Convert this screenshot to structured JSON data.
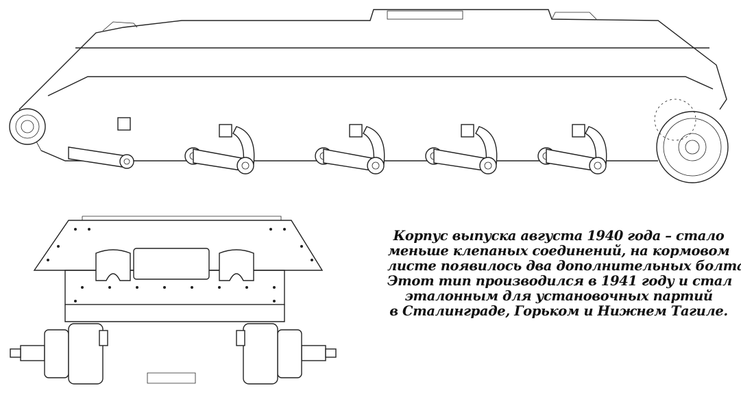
{
  "caption": {
    "lines": [
      "Корпус выпуска августа 1940 года – стало",
      "меньше клепаных соединений, на кормовом",
      "листе появилось два дополнительных болта.",
      "Этот тип производился в 1941 году и стал",
      "эталонным для установочных партий",
      "в Сталинграде, Горьком и Нижнем Тагиле."
    ]
  }
}
